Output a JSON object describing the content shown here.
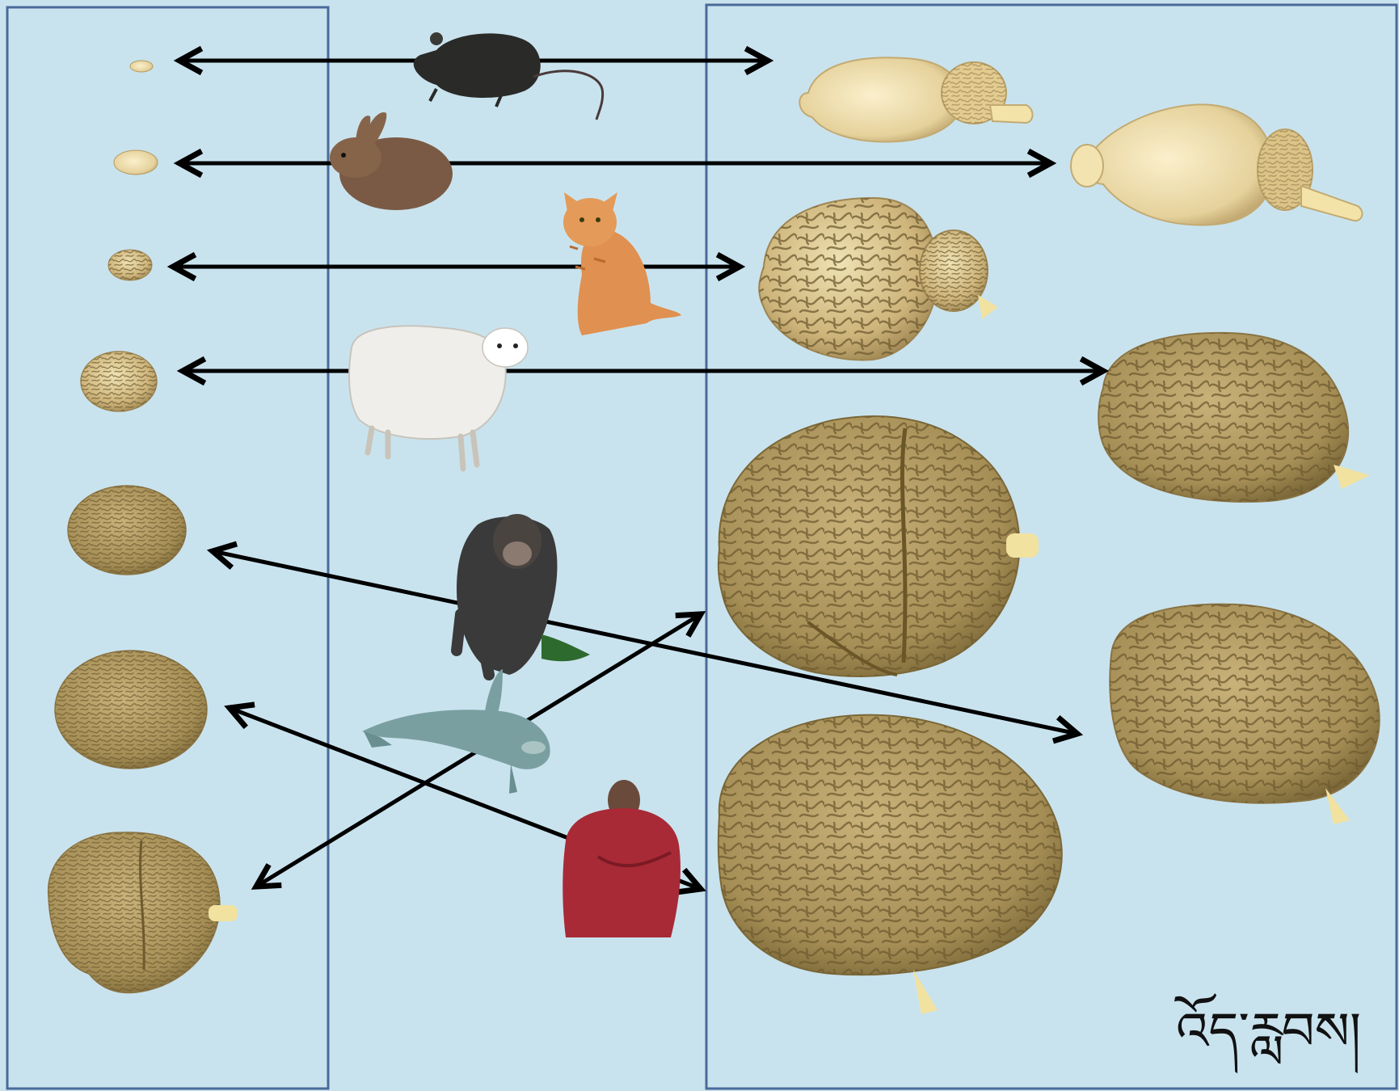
{
  "signature": "འོད་རླབས།",
  "colors": {
    "background": "#c9e3ee",
    "panel_border": "#4a6a9a",
    "arrow": "#000000",
    "brain_light": "#e8d7a3",
    "brain_dark": "#9b8450",
    "brain_line": "#6e5a30"
  },
  "animals": [
    {
      "name": "rat",
      "icon": "rat-icon"
    },
    {
      "name": "rabbit",
      "icon": "rabbit-icon"
    },
    {
      "name": "cat",
      "icon": "cat-icon"
    },
    {
      "name": "sheep",
      "icon": "sheep-icon"
    },
    {
      "name": "chimpanzee",
      "icon": "chimpanzee-icon"
    },
    {
      "name": "dolphin",
      "icon": "dolphin-icon"
    },
    {
      "name": "human",
      "icon": "human-icon"
    }
  ]
}
